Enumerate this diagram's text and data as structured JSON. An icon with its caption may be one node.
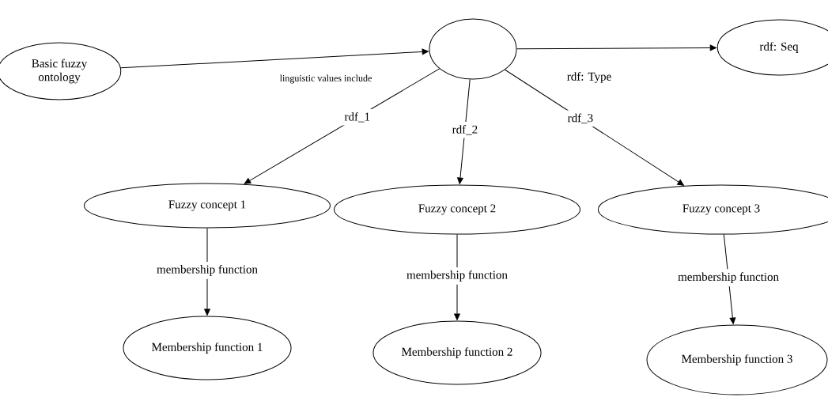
{
  "diagram": {
    "nodes": [
      {
        "text": [
          "Basic fuzzy ontology"
        ]
      },
      {
        "text": [],
        "shape": "circle"
      },
      {
        "text": [
          "rdf: Seq"
        ]
      },
      {
        "text": [
          "Fuzzy concept 1"
        ]
      },
      {
        "text": [
          "Fuzzy concept 2"
        ]
      },
      {
        "text": [
          "Fuzzy concept 3"
        ]
      },
      {
        "text": [
          "Membership function 1"
        ]
      },
      {
        "text": [
          "Membership function 2"
        ]
      },
      {
        "text": [
          "Membership function 3"
        ]
      }
    ],
    "edges": [
      {
        "from": 0,
        "to": 1,
        "arrow": "to",
        "label": "linguistic values include"
      },
      {
        "from": 1,
        "to": 2,
        "arrow": "to",
        "label": "rdf: Type"
      },
      {
        "from": 1,
        "to": 3,
        "arrow": "to",
        "label": "rdf_1"
      },
      {
        "from": 1,
        "to": 4,
        "arrow": "to",
        "label": "rdf_2"
      },
      {
        "from": 1,
        "to": 5,
        "arrow": "to",
        "label": "rdf_3"
      },
      {
        "from": 3,
        "to": 6,
        "arrow": "to",
        "label": "membership function"
      },
      {
        "from": 4,
        "to": 7,
        "arrow": "to",
        "label": "membership function"
      },
      {
        "from": 5,
        "to": 8,
        "arrow": "to",
        "label": "membership function"
      }
    ]
  }
}
